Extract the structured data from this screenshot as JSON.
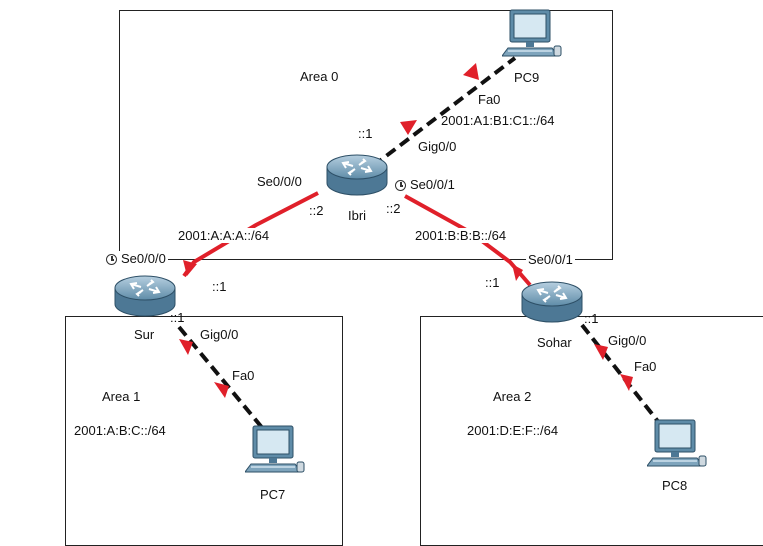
{
  "areas": [
    {
      "key": "area0",
      "label": "Area 0"
    },
    {
      "key": "area1",
      "label": "Area 1",
      "prefix": "2001:A:B:C::/64"
    },
    {
      "key": "area2",
      "label": "Area 2",
      "prefix": "2001:D:E:F::/64"
    }
  ],
  "routers": {
    "ibri": {
      "name": "Ibri"
    },
    "sur": {
      "name": "Sur"
    },
    "sohar": {
      "name": "Sohar"
    }
  },
  "pcs": {
    "pc9": {
      "name": "PC9"
    },
    "pc7": {
      "name": "PC7"
    },
    "pc8": {
      "name": "PC8"
    }
  },
  "links": {
    "ibri_pc9": {
      "ibri_if": "Gig0/0",
      "pc_if": "Fa0",
      "ibri_host": "::1",
      "prefix": "2001:A1:B1:C1::/64"
    },
    "ibri_sur": {
      "ibri_if": "Se0/0/0",
      "sur_if": "Se0/0/0",
      "ibri_host": "::2",
      "sur_host": "::1",
      "prefix": "2001:A:A:A::/64"
    },
    "ibri_sohar": {
      "ibri_if": "Se0/0/1",
      "sohar_if": "Se0/0/1",
      "ibri_host": "::2",
      "sohar_host": "::1",
      "prefix": "2001:B:B:B::/64"
    },
    "sur_pc7": {
      "sur_if": "Gig0/0",
      "pc_if": "Fa0",
      "sur_host": "::1"
    },
    "sohar_pc8": {
      "sohar_if": "Gig0/0",
      "pc_if": "Fa0",
      "sohar_host": "::1"
    }
  },
  "colors": {
    "serial": "#e0202a",
    "ethernet": "#111111",
    "arrow": "#e0202a",
    "border": "#222222"
  }
}
